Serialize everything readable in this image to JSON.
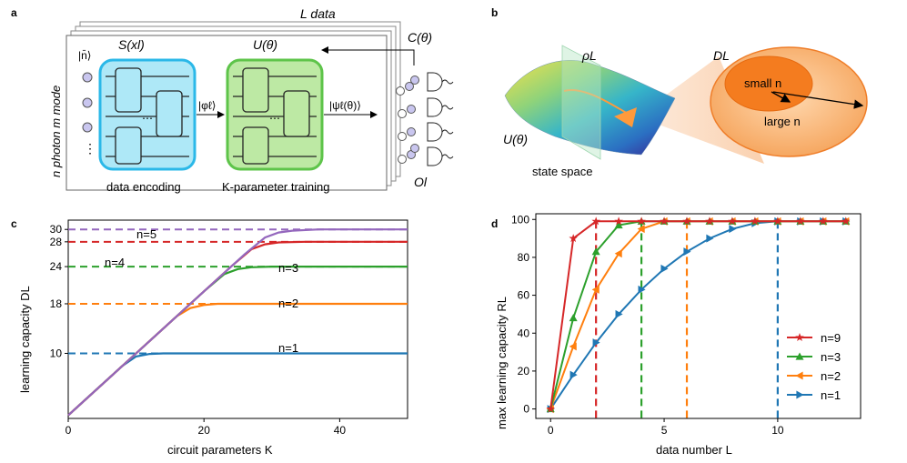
{
  "panel_a": {
    "letter": "a",
    "stack_label": "L  data",
    "n_bar": "|n̄⟩",
    "S": "S(xl)",
    "U": "U(θ)",
    "C": "C(θ)",
    "phi": "|φℓ⟩",
    "psi": "|ψℓ(θ)⟩",
    "vertical_label": "n photon  m mode",
    "encoding_label": "data encoding",
    "training_label": "K-parameter training",
    "O": "Ol",
    "dots": "⋯",
    "vdots": "⋮"
  },
  "panel_b": {
    "letter": "b",
    "rho": "ρL",
    "U": "U(θ)",
    "state_space": "state space",
    "D": "DL",
    "small": "small n",
    "large": "large n"
  },
  "chart_data": [
    {
      "panel": "c",
      "type": "line",
      "xlabel": "circuit parameters K",
      "ylabel": "learning capacity DL",
      "xlim": [
        0,
        50
      ],
      "ylim": [
        -0.5,
        31.5
      ],
      "xticks": [
        0,
        20,
        40
      ],
      "yticks": [
        10,
        18,
        24,
        28,
        30
      ],
      "grid": false,
      "colors": {
        "n1": "#1f77b4",
        "n2": "#ff7f0e",
        "n3": "#2ca02c",
        "n4": "#d62728",
        "n5": "#9467bd"
      },
      "series": [
        {
          "name": "n=1",
          "plateau": 10,
          "x": [
            0,
            4,
            8,
            10,
            12,
            14,
            16,
            20,
            30,
            50
          ],
          "values": [
            0,
            4,
            8,
            9.5,
            9.9,
            10,
            10,
            10,
            10,
            10
          ]
        },
        {
          "name": "n=2",
          "plateau": 18,
          "x": [
            0,
            8,
            12,
            16,
            18,
            20,
            22,
            30,
            50
          ],
          "values": [
            0,
            8,
            12,
            16,
            17.3,
            17.8,
            18,
            18,
            18
          ]
        },
        {
          "name": "n=3",
          "plateau": 24,
          "x": [
            0,
            10,
            16,
            20,
            23,
            25,
            27,
            30,
            50
          ],
          "values": [
            0,
            10,
            16,
            20,
            22.8,
            23.6,
            23.9,
            24,
            24
          ]
        },
        {
          "name": "n=4",
          "plateau": 28,
          "x": [
            0,
            10,
            20,
            24,
            27,
            29,
            31,
            35,
            50
          ],
          "values": [
            0,
            10,
            20,
            24,
            26.8,
            27.6,
            27.9,
            28,
            28
          ]
        },
        {
          "name": "n=5",
          "plateau": 30,
          "x": [
            0,
            10,
            20,
            26,
            29,
            31,
            33,
            37,
            50
          ],
          "values": [
            0,
            10,
            20,
            26,
            28.7,
            29.5,
            29.8,
            30,
            30
          ]
        }
      ],
      "labels": [
        {
          "text": "n=5",
          "series": "n=5"
        },
        {
          "text": "n=4",
          "series": "n=4"
        },
        {
          "text": "n=3",
          "series": "n=3"
        },
        {
          "text": "n=2",
          "series": "n=2"
        },
        {
          "text": "n=1",
          "series": "n=1"
        }
      ]
    },
    {
      "panel": "d",
      "type": "line",
      "xlabel": "data number L",
      "ylabel": "max learning capacity RL",
      "xlim": [
        -0.65,
        13.65
      ],
      "ylim": [
        -5,
        103
      ],
      "xticks": [
        0,
        5,
        10
      ],
      "yticks": [
        0,
        20,
        40,
        60,
        80,
        100
      ],
      "grid": false,
      "legend": "lower-right",
      "x": [
        0,
        1,
        2,
        3,
        4,
        5,
        6,
        7,
        8,
        9,
        10,
        11,
        12,
        13
      ],
      "series": [
        {
          "name": "n=9",
          "color": "#d62728",
          "marker": "star",
          "vline": 2,
          "values": [
            0,
            90,
            99,
            99,
            99,
            99,
            99,
            99,
            99,
            99,
            99,
            99,
            99,
            99
          ]
        },
        {
          "name": "n=3",
          "color": "#2ca02c",
          "marker": "triangle-up",
          "vline": 4,
          "values": [
            0,
            48,
            83,
            97,
            99,
            99,
            99,
            99,
            99,
            99,
            99,
            99,
            99,
            99
          ]
        },
        {
          "name": "n=2",
          "color": "#ff7f0e",
          "marker": "triangle-left",
          "vline": 6,
          "values": [
            0,
            33,
            63,
            82,
            95,
            99,
            99,
            99,
            99,
            99,
            99,
            99,
            99,
            99
          ]
        },
        {
          "name": "n=1",
          "color": "#1f77b4",
          "marker": "triangle-right",
          "vline": 10,
          "values": [
            0,
            18,
            35,
            50,
            63,
            74,
            83,
            90,
            95,
            98,
            99,
            99,
            99,
            99
          ]
        }
      ]
    }
  ],
  "letters": {
    "c": "c",
    "d": "d"
  }
}
